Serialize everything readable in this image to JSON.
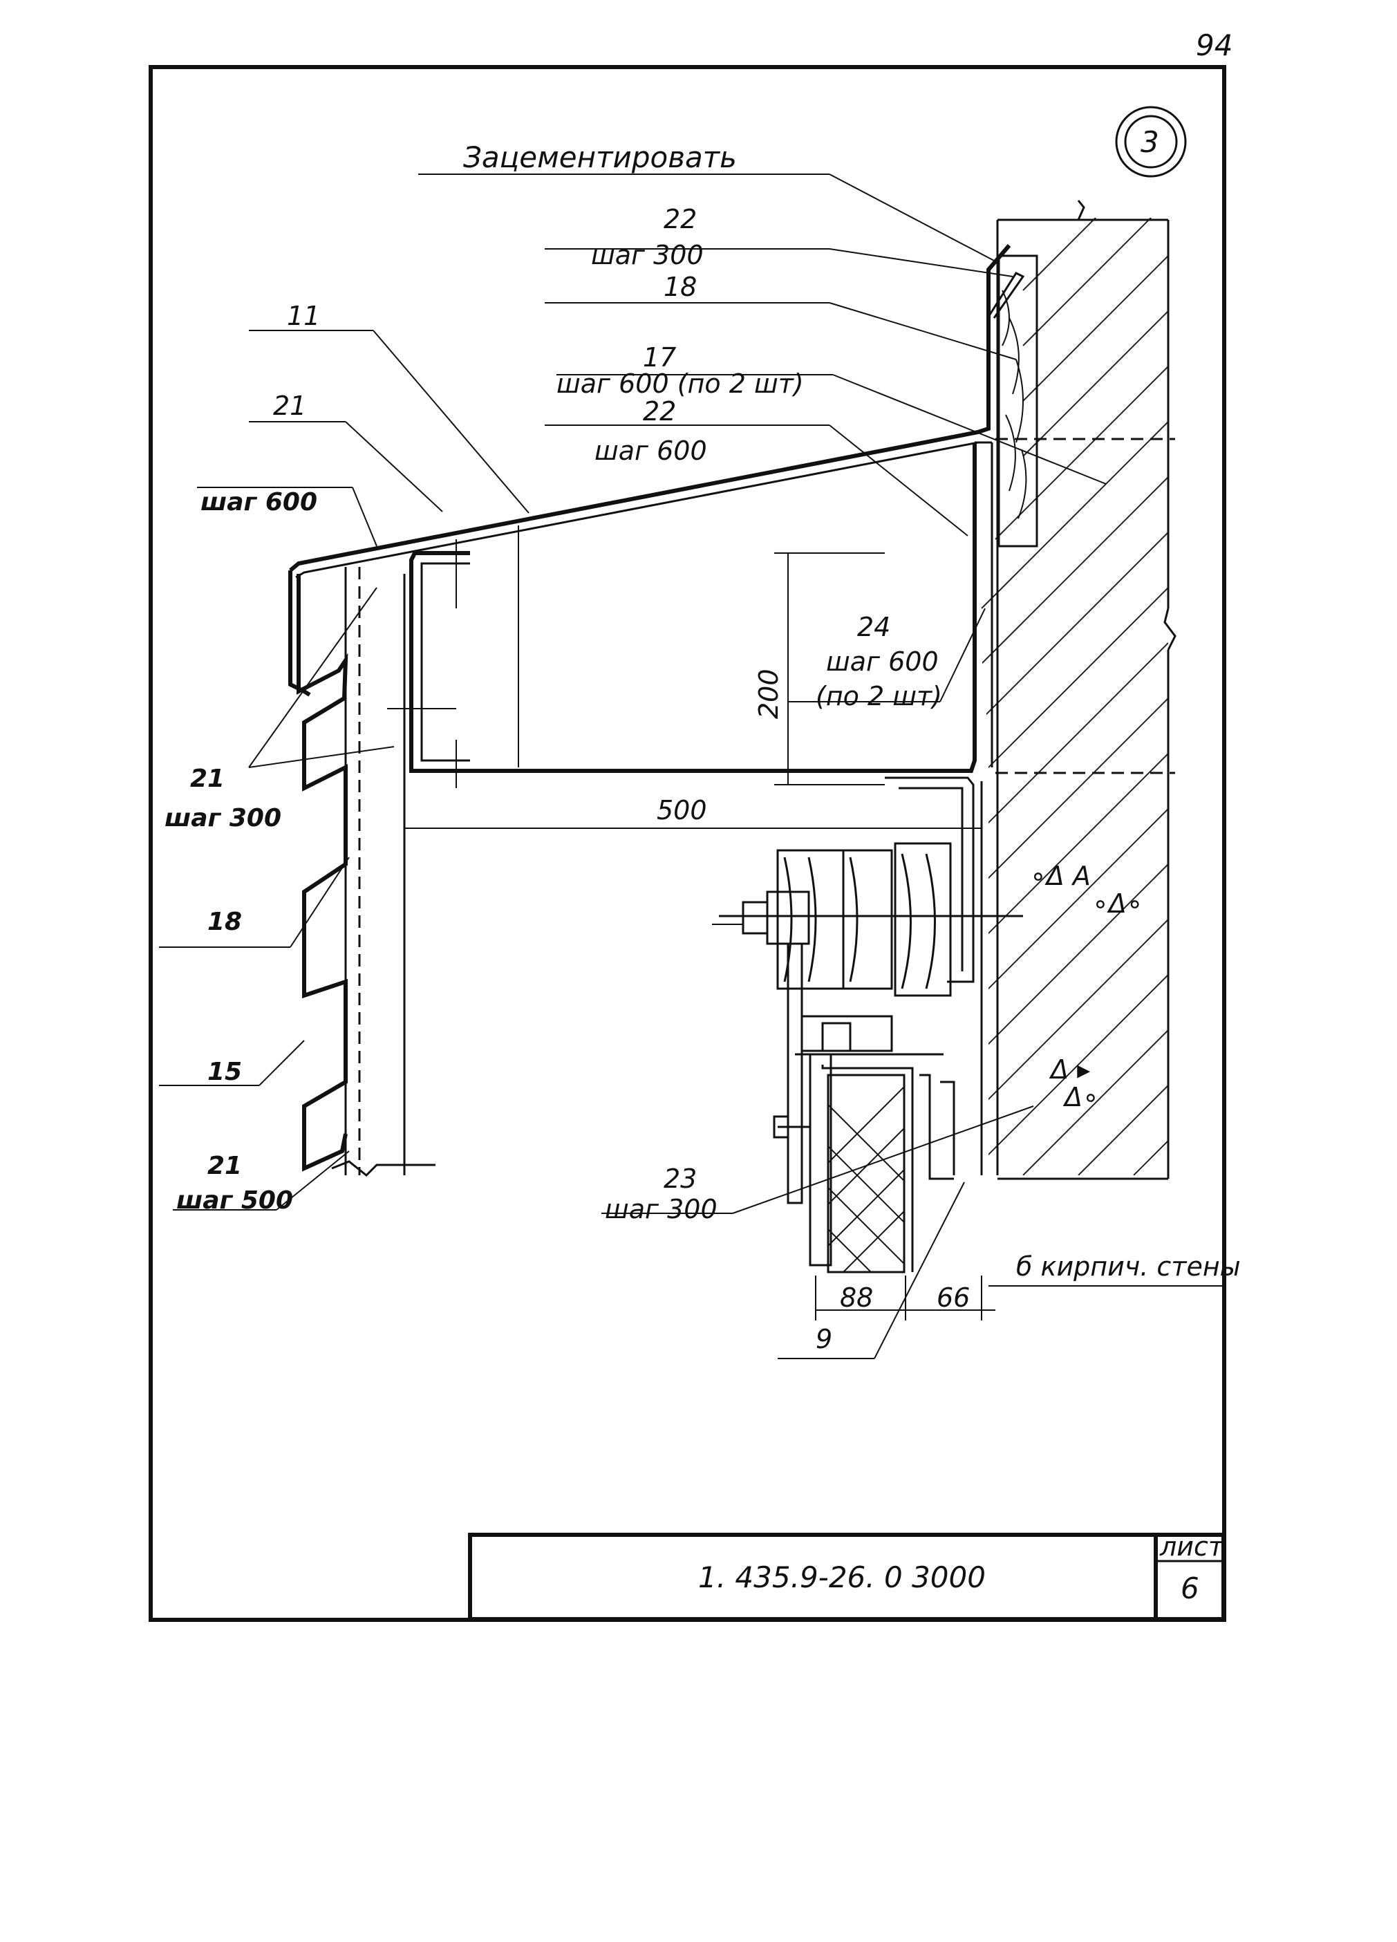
{
  "page_number": "94",
  "detail_marker": "3",
  "callouts": {
    "cement_note": "Зацементировать",
    "c22_top_num": "22",
    "c22_top_step": "шаг 300",
    "c18_top": "18",
    "c11": "11",
    "c17_num": "17",
    "c17_step": "шаг 600 (по 2 шт)",
    "c22_mid_num": "22",
    "c22_mid_step": "шаг 600",
    "c21_top_num": "21",
    "c21_top_step": "шаг 600",
    "c24_num": "24",
    "c24_step": "шаг 600",
    "c24_qty": "(по 2 шт)",
    "c21_mid_num": "21",
    "c21_mid_step": "шаг 300",
    "c18_left": "18",
    "c15": "15",
    "c21_bot_num": "21",
    "c21_bot_step": "шаг 500",
    "c23_num": "23",
    "c23_step": "шаг 300",
    "c9": "9",
    "wall_note": "б кирпич. стены"
  },
  "dimensions": {
    "d200": "200",
    "d500": "500",
    "d88": "88",
    "d66": "66"
  },
  "title_block": {
    "code": "1. 435.9-26. 0   3000",
    "sheet_label": "лист",
    "sheet_number": "6"
  }
}
